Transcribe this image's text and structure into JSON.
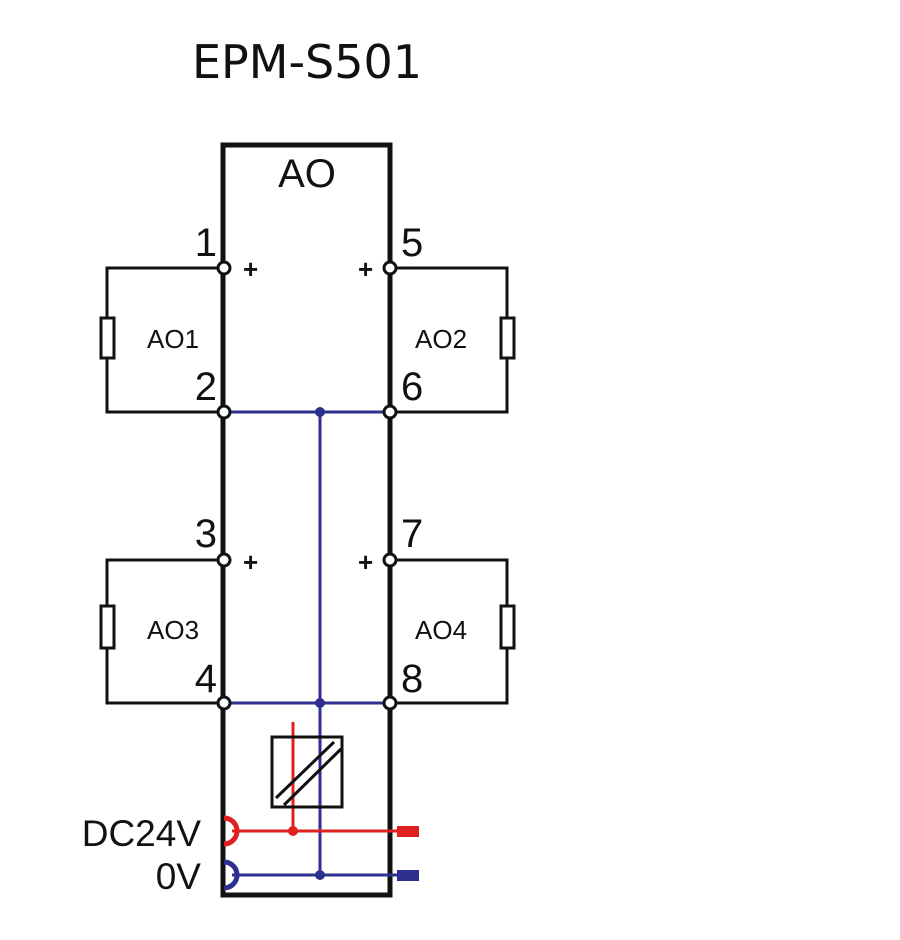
{
  "title": "EPM-S501",
  "module_label": "AO",
  "terminals": {
    "t1": "1",
    "t2": "2",
    "t3": "3",
    "t4": "4",
    "t5": "5",
    "t6": "6",
    "t7": "7",
    "t8": "8"
  },
  "polarity": {
    "plus": "+"
  },
  "channels": {
    "ao1": "AO1",
    "ao2": "AO2",
    "ao3": "AO3",
    "ao4": "AO4"
  },
  "power": {
    "supply": "DC24V",
    "ground": "0V"
  },
  "colors": {
    "outline": "#111111",
    "ground_wire": "#2e2f8f",
    "supply_wire": "#e02020",
    "background": "#ffffff"
  }
}
